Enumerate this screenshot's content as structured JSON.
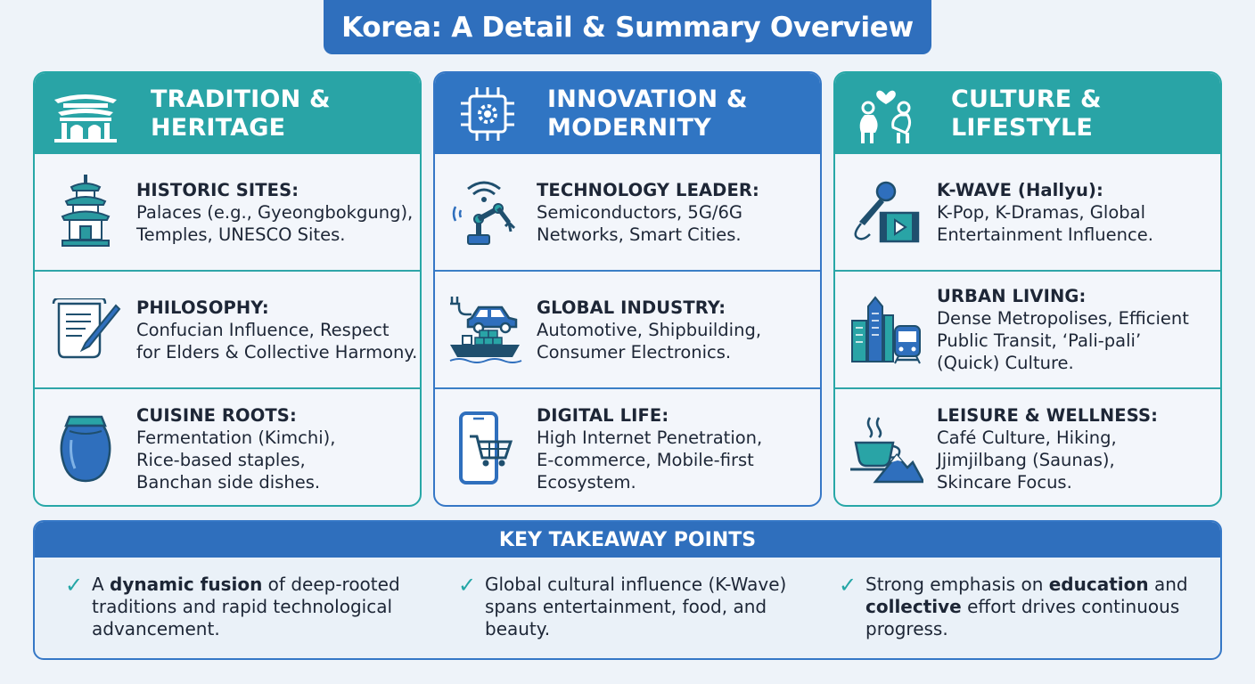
{
  "title": "Korea: A Detail & Summary Overview",
  "columns": [
    {
      "heading_line1": "TRADITION &",
      "heading_line2": "HERITAGE",
      "header_icon": "palace-gate-icon",
      "items": [
        {
          "icon": "pagoda-icon",
          "heading": "HISTORIC SITES:",
          "line1": "Palaces (e.g., Gyeongbokgung),",
          "line2": "Temples, UNESCO Sites.",
          "line3": ""
        },
        {
          "icon": "scroll-quill-icon",
          "heading": "PHILOSOPHY:",
          "line1": "Confucian Influence, Respect",
          "line2": "for Elders & Collective Harmony.",
          "line3": ""
        },
        {
          "icon": "onggi-jar-icon",
          "heading": "CUISINE ROOTS:",
          "line1": "Fermentation (Kimchi),",
          "line2": "Rice-based staples,",
          "line3": "Banchan side dishes."
        }
      ]
    },
    {
      "heading_line1": "INNOVATION &",
      "heading_line2": "MODERNITY",
      "header_icon": "chip-gear-icon",
      "items": [
        {
          "icon": "robot-arm-wifi-icon",
          "heading": "TECHNOLOGY LEADER:",
          "line1": "Semiconductors, 5G/6G",
          "line2": "Networks, Smart Cities.",
          "line3": ""
        },
        {
          "icon": "car-ship-icon",
          "heading": "GLOBAL INDUSTRY:",
          "line1": "Automotive, Shipbuilding,",
          "line2": "Consumer Electronics.",
          "line3": ""
        },
        {
          "icon": "phone-cart-icon",
          "heading": "DIGITAL LIFE:",
          "line1": "High Internet Penetration,",
          "line2": "E-commerce, Mobile-first",
          "line3": "Ecosystem."
        }
      ]
    },
    {
      "heading_line1": "CULTURE &",
      "heading_line2": "LIFESTYLE",
      "header_icon": "bowing-people-icon",
      "items": [
        {
          "icon": "microphone-film-icon",
          "heading": "K-WAVE (Hallyu):",
          "line1": "K-Pop, K-Dramas, Global",
          "line2": "Entertainment Influence.",
          "line3": ""
        },
        {
          "icon": "city-train-icon",
          "heading": "URBAN LIVING:",
          "line1": "Dense Metropolises, Efficient",
          "line2": "Public Transit, ‘Pali-pali’",
          "line3": "(Quick) Culture."
        },
        {
          "icon": "coffee-mountain-icon",
          "heading": "LEISURE & WELLNESS:",
          "line1": "Café Culture, Hiking,",
          "line2": "Jjimjilbang (Saunas),",
          "line3": "Skincare Focus."
        }
      ]
    }
  ],
  "takeaways": {
    "heading": "KEY TAKEAWAY POINTS",
    "points": [
      {
        "pre": "A ",
        "bold1": "dynamic fusion",
        "mid": " of deep-rooted",
        "line2": "traditions and rapid technological",
        "line3": "advancement."
      },
      {
        "pre": "Global cultural influence (K-Wave)",
        "bold1": "",
        "mid": "",
        "line2": "spans entertainment, food, and",
        "line3": "beauty."
      },
      {
        "pre": "Strong emphasis on ",
        "bold1": "education",
        "mid": " and",
        "line2_bold": "collective",
        "line2": " effort drives continuous",
        "line3": "progress."
      }
    ]
  },
  "colors": {
    "teal": "#29a4a6",
    "blue": "#3075c3",
    "dark_icon": "#1f4f6e"
  }
}
